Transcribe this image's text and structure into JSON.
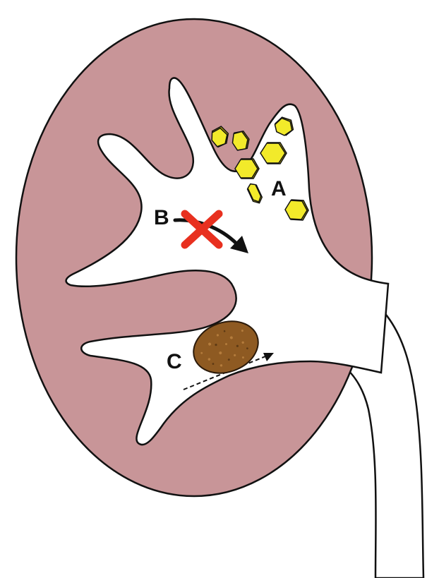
{
  "diagram": {
    "labels": {
      "a": "A",
      "b": "B",
      "c": "C"
    },
    "colors": {
      "kidney_fill": "#c89598",
      "outline": "#111111",
      "cavity": "#ffffff",
      "crystal_fill": "#f2ea2a",
      "crystal_shade": "#c9b90d",
      "blocked_cross": "#e8301f",
      "stone_fill": "#8e5a22",
      "stone_speckle": "#b47c3c"
    },
    "icons": {
      "crystals": "hexagon-crystal-icon",
      "blocked": "red-x-icon",
      "stone": "stone-icon"
    }
  }
}
